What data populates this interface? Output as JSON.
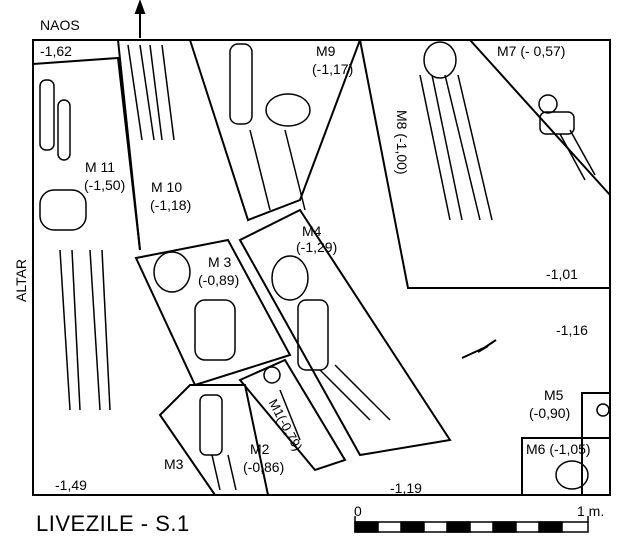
{
  "plan": {
    "orientation_label": "NAOS",
    "side_label": "ALTAR",
    "title": "LIVEZILE - S.1",
    "scale": {
      "start_label": "0",
      "end_label": "1 m."
    },
    "levels": [
      "-1,62",
      "-1,49",
      "-1,19",
      "-1,16",
      "-1,01"
    ],
    "graves": [
      {
        "id": "M 11",
        "depth": "(-1,50)"
      },
      {
        "id": "M 10",
        "depth": "(-1,18)"
      },
      {
        "id": "M9",
        "depth": "(-1,17)"
      },
      {
        "id": "M8",
        "depth": "(-1,00)",
        "full": "M8 (-1,00)"
      },
      {
        "id": "M7",
        "depth": "(- 0,57)",
        "full": "M7 (- 0,57)"
      },
      {
        "id": "M4",
        "depth": "(-1,29)"
      },
      {
        "id": "M 3",
        "depth": "(-0,89)"
      },
      {
        "id": "M3",
        "depth": ""
      },
      {
        "id": "M2",
        "depth": "(-0,86)"
      },
      {
        "id": "M1",
        "depth": "(-0,79)",
        "full": "M1(-0,79)"
      },
      {
        "id": "M5",
        "depth": "(-0,90)"
      },
      {
        "id": "M6",
        "depth": "(-1,05)",
        "full": "M6 (-1,05)"
      }
    ]
  }
}
